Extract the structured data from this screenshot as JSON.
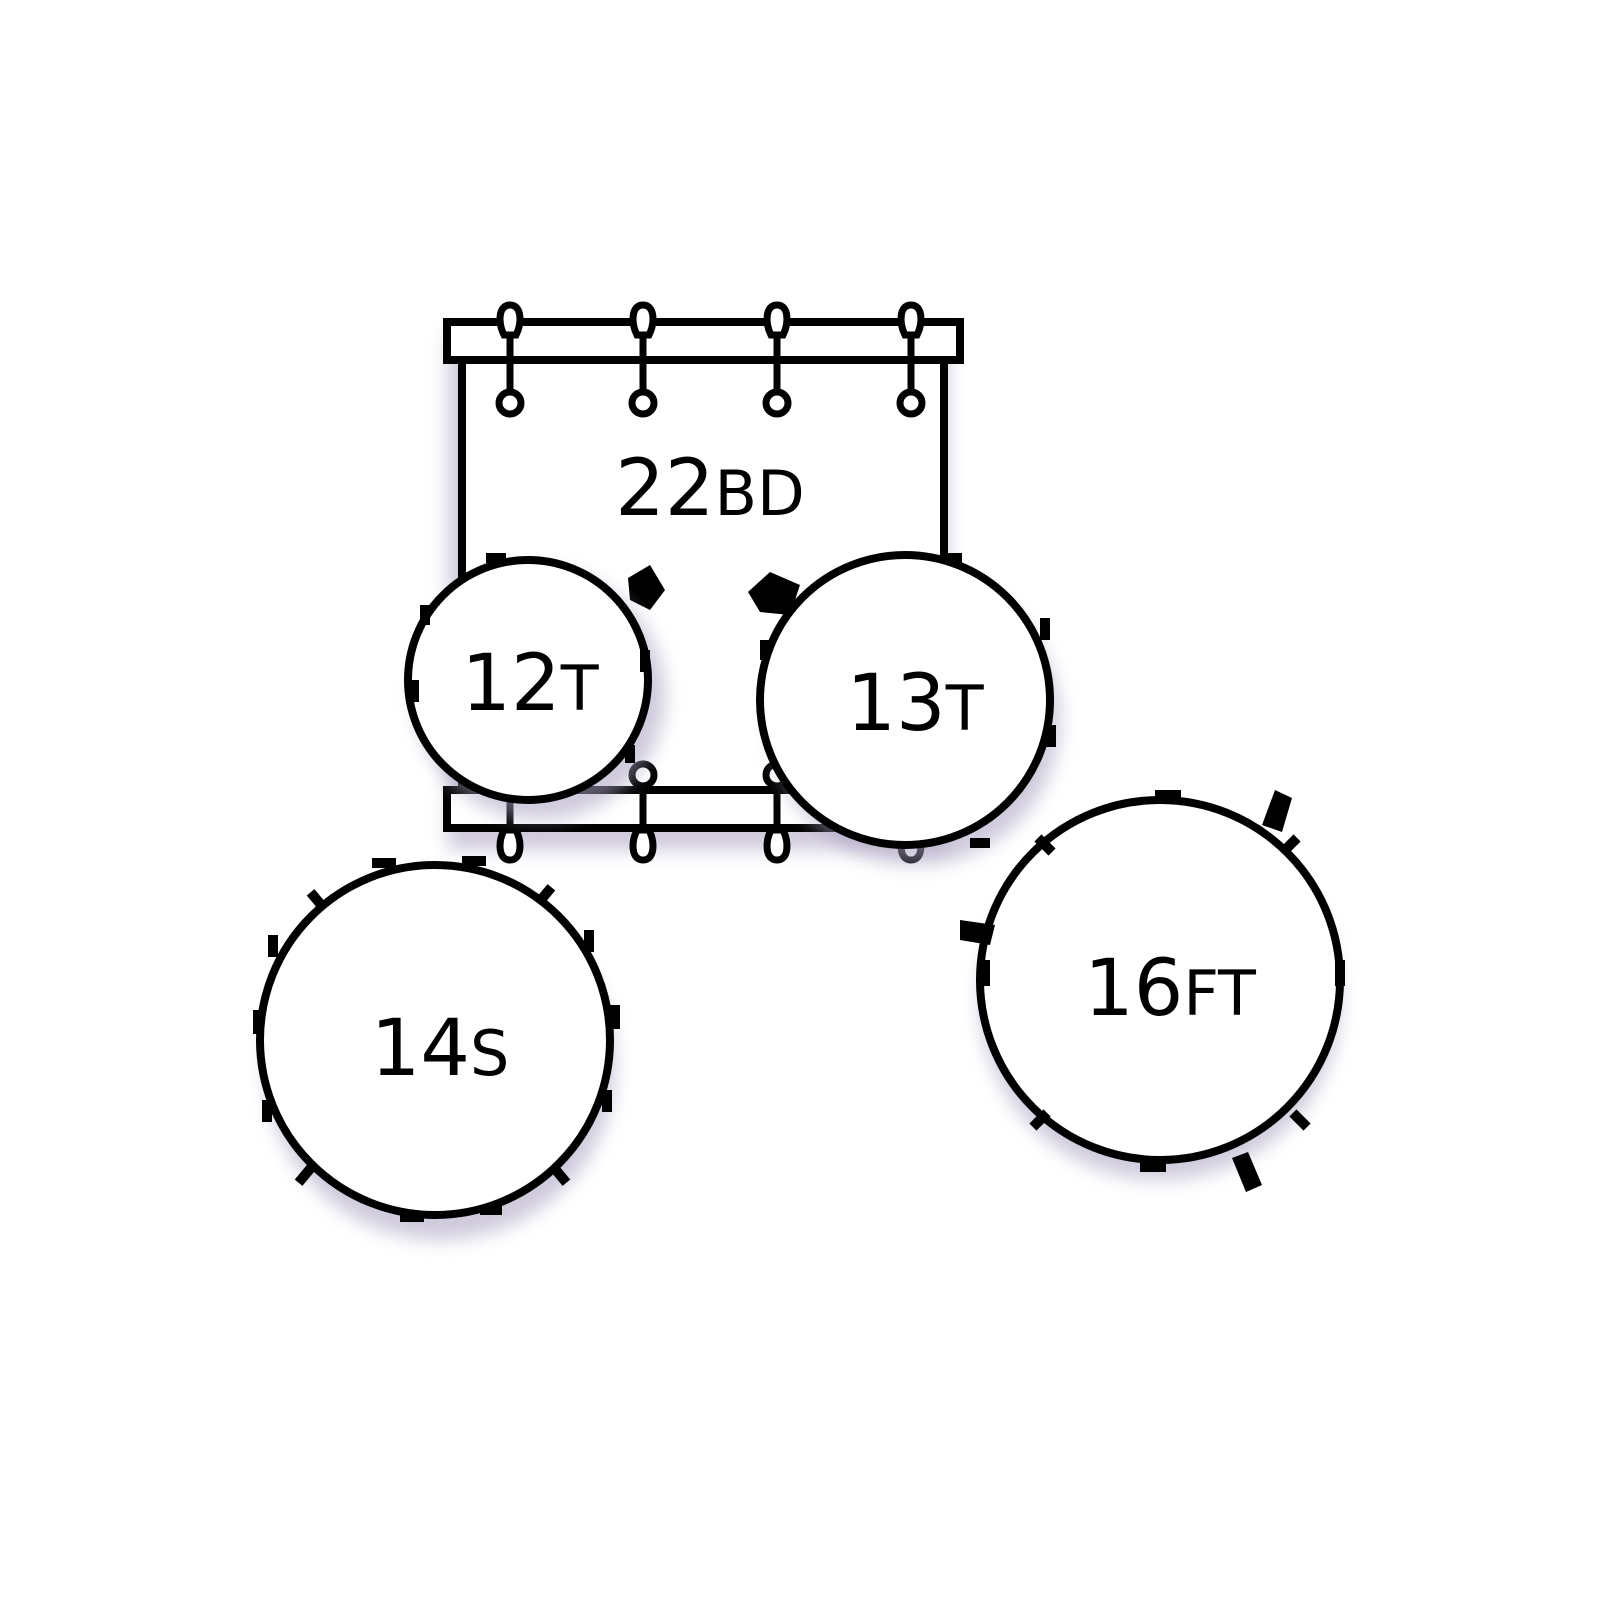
{
  "diagram": {
    "drums": [
      {
        "id": "bass-drum",
        "size": "22",
        "code": "BD"
      },
      {
        "id": "tom-12",
        "size": "12",
        "code": "T"
      },
      {
        "id": "tom-13",
        "size": "13",
        "code": "T"
      },
      {
        "id": "snare-14",
        "size": "14",
        "code": "S"
      },
      {
        "id": "floor-16",
        "size": "16",
        "code": "FT"
      }
    ]
  },
  "colors": {
    "stroke": "#000000",
    "fill": "#ffffff",
    "shadow": "#a89fc0"
  }
}
